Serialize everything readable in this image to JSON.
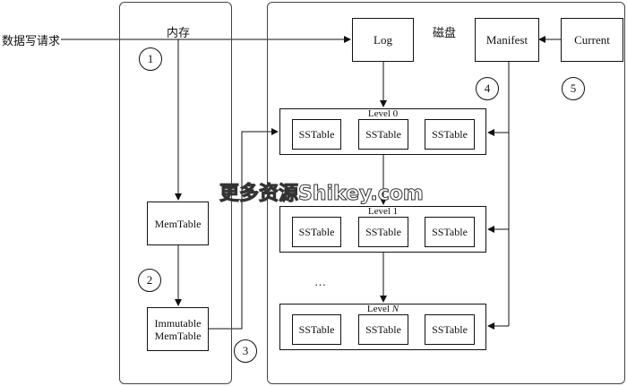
{
  "input_label": "数据写请求",
  "memory": {
    "title": "内存",
    "memtable": "MemTable",
    "immutable_l1": "Immutable",
    "immutable_l2": "MemTable"
  },
  "disk": {
    "title": "磁盘",
    "log": "Log",
    "manifest": "Manifest",
    "current": "Current",
    "levels": [
      {
        "title": "Level 0",
        "tables": [
          "SSTable",
          "SSTable",
          "SSTable"
        ]
      },
      {
        "title": "Level 1",
        "tables": [
          "SSTable",
          "SSTable",
          "SSTable"
        ]
      },
      {
        "title_prefix": "Level ",
        "title_var": "N",
        "tables": [
          "SSTable",
          "SSTable",
          "SSTable"
        ]
      }
    ],
    "ellipsis": "…"
  },
  "steps": [
    "1",
    "2",
    "3",
    "4",
    "5"
  ],
  "watermark": "更多资源Shikey.com"
}
